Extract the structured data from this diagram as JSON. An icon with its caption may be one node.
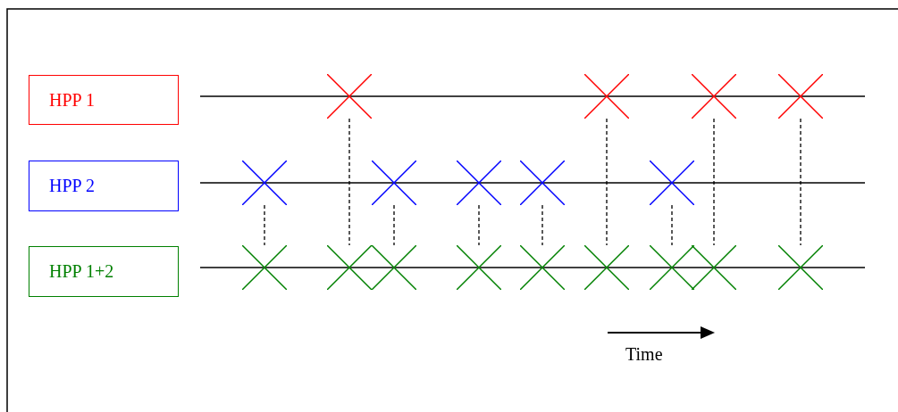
{
  "diagram": {
    "nodes": [
      {
        "text": [
          "HPP 1"
        ]
      },
      {
        "text": [],
        "shape": "cross"
      },
      {
        "text": [],
        "shape": "cross"
      },
      {
        "text": [],
        "shape": "cross"
      },
      {
        "text": [],
        "shape": "cross"
      },
      {
        "text": [
          "HPP 2"
        ]
      },
      {
        "text": [],
        "shape": "cross"
      },
      {
        "text": [],
        "shape": "cross"
      },
      {
        "text": [],
        "shape": "cross"
      },
      {
        "text": [],
        "shape": "cross"
      },
      {
        "text": [],
        "shape": "cross"
      },
      {
        "text": [
          "HPP 1+2"
        ]
      },
      {
        "text": [],
        "shape": "cross"
      },
      {
        "text": [],
        "shape": "cross"
      },
      {
        "text": [],
        "shape": "cross"
      },
      {
        "text": [],
        "shape": "cross"
      },
      {
        "text": [],
        "shape": "cross"
      },
      {
        "text": [],
        "shape": "cross"
      },
      {
        "text": [],
        "shape": "cross"
      },
      {
        "text": [],
        "shape": "cross"
      },
      {
        "text": [],
        "shape": "cross"
      }
    ],
    "edges": [
      {
        "from": 6,
        "to": 12,
        "arrow": "none",
        "style": "dashed"
      },
      {
        "from": 1,
        "to": 13,
        "arrow": "none",
        "style": "dashed"
      },
      {
        "from": 7,
        "to": 14,
        "arrow": "none",
        "style": "dashed"
      },
      {
        "from": 8,
        "to": 15,
        "arrow": "none",
        "style": "dashed"
      },
      {
        "from": 9,
        "to": 16,
        "arrow": "none",
        "style": "dashed"
      },
      {
        "from": 2,
        "to": 17,
        "arrow": "none",
        "style": "dashed"
      },
      {
        "from": 10,
        "to": 18,
        "arrow": "none",
        "style": "dashed"
      },
      {
        "from": 3,
        "to": 19,
        "arrow": "none",
        "style": "dashed"
      },
      {
        "from": 4,
        "to": 20,
        "arrow": "none",
        "style": "dashed"
      }
    ],
    "labels": [
      "Time"
    ]
  }
}
